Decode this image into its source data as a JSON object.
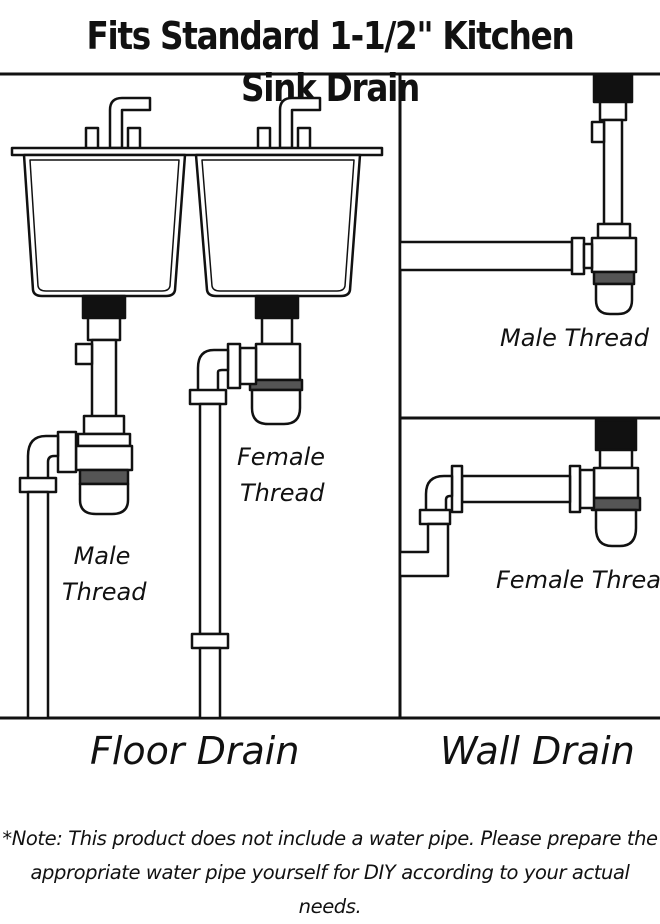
{
  "title": "Fits Standard 1-1/2\" Kitchen Sink Drain",
  "floor_panel": {
    "label_male_line1": "Male",
    "label_male_line2": "Thread",
    "label_female_line1": "Female",
    "label_female_line2": "Thread",
    "caption": "Floor Drain"
  },
  "wall_panel": {
    "label_male": "Male Thread",
    "label_female": "Female Thread",
    "caption": "Wall Drain"
  },
  "note_line1": "*Note: This product does not include a water pipe. Please prepare the",
  "note_line2": "appropriate water pipe yourself for DIY according to your actual needs.",
  "colors": {
    "ink": "#111111",
    "fill": "#ffffff",
    "gasket": "#555555"
  }
}
